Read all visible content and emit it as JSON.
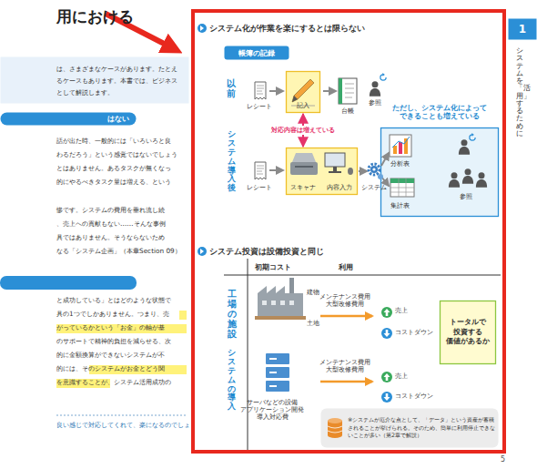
{
  "diagram": {
    "title": "用における",
    "nodes": [
      {
        "text": [
          "は、さまざまなケースがあります。たとえ るケースもあります。本書では、ビジネス として解説します。"
        ]
      },
      {
        "text": [
          "はない"
        ]
      },
      {
        "text": [
          "帳簿の記録"
        ]
      },
      {
        "text": [
          "記入"
        ]
      },
      {
        "text": [
          "スキャナ",
          "内容入力"
        ]
      },
      {
        "text": [
          "ただし、システム化によって できることも増えている",
          "分析表",
          "集計表",
          "参照"
        ]
      },
      {
        "text": [
          "トータルで 投資する 価値があるか"
        ]
      },
      {
        "text": [
          "※システムが厄介な点として、「データ」という資産が蓄積されることが挙げられる。そのため、簡単に利用停止できないことが多い（第2章で解説）"
        ]
      },
      {
        "text": [
          "1"
        ]
      }
    ],
    "edges": [
      {
        "from": 3,
        "to": 4,
        "label": "対応内容は増えている",
        "arrow": "both"
      }
    ],
    "labels": [
      "話が出た時、一般的には「いろいろと良",
      "わるだろう」という感覚ではないでしょう",
      "とはありません。あるタスクが無くなっ",
      "的にやるべきタスク量は増える、という",
      "惨です。システムの費用を垂れ流し続",
      "、売上への貢献もない……そんな事例",
      "具ではありません。そうならないため",
      "なる「システム企画」（本章Section 09）",
      "と成功している」とはどのような状態で",
      "具の1つでしかありません。つまり、売",
      "がっているかという「お金」の軸が基",
      "のサポートで精神的負担を減らせる、次",
      "的に金額換算ができないシステムが不",
      "的には、そのシステムがお金とどう関",
      "を意識することが、システム活用成功の",
      "良い感じで対応してくれて、楽になるのでしょ",
      "システム化が作業を楽にするとは限らない",
      "以前",
      "レシート",
      "台帳",
      "参照",
      "システム導入後",
      "レシート",
      "システム",
      "システム投資は設備投資と同じ",
      "初期コスト",
      "利用",
      "工場の施設",
      "建物",
      "土地",
      "メンテナンス費用 大型改修費用",
      "売上",
      "コストダウン",
      "システムの導入",
      "サーバなどの設備 アプリケーション開発 導入対応費",
      "メンテナンス費用 大型改修費用",
      "売上",
      "コストダウン",
      "システムを「活用」するために",
      "5"
    ]
  }
}
